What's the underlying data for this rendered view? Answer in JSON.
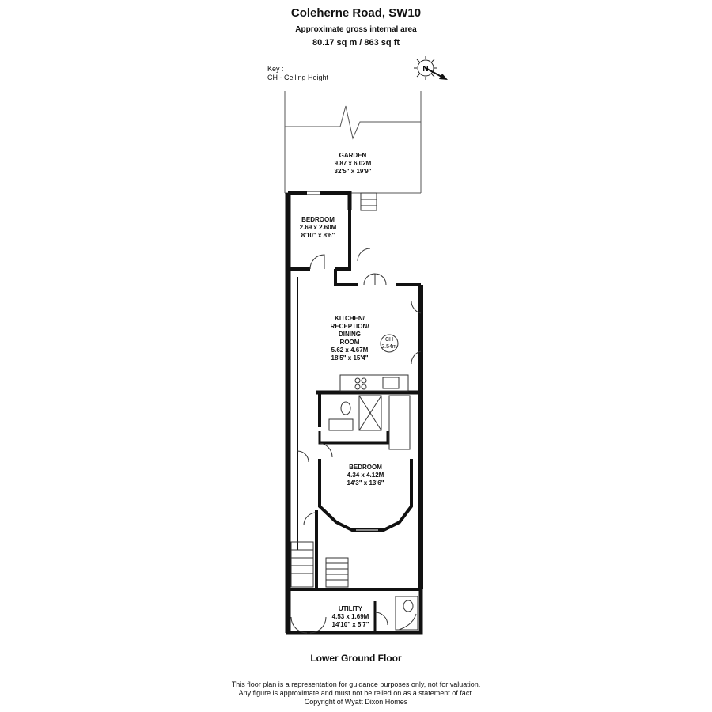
{
  "header": {
    "title": "Coleherne Road, SW10",
    "area_label": "Approximate gross internal area",
    "area_value": "80.17 sq m /  863 sq ft"
  },
  "key": {
    "title": "Key :",
    "entry": "CH - Ceiling Height"
  },
  "compass": {
    "letter": "N"
  },
  "rooms": {
    "garden": {
      "name": "GARDEN",
      "metric": "9.87 x 6.02M",
      "imperial": "32'5\" x 19'9\""
    },
    "bedroom_top": {
      "name": "BEDROOM",
      "metric": "2.69 x 2.60M",
      "imperial": "8'10\" x 8'6\""
    },
    "kitchen": {
      "name1": "KITCHEN/",
      "name2": "RECEPTION/",
      "name3": "DINING",
      "name4": "ROOM",
      "metric": "5.62 x 4.67M",
      "imperial": "18'5\" x 15'4\""
    },
    "ceiling": {
      "label": "CH",
      "value": "2.54m"
    },
    "bedroom_main": {
      "name": "BEDROOM",
      "metric": "4.34 x 4.12M",
      "imperial": "14'3\" x 13'6\""
    },
    "utility": {
      "name": "UTILITY",
      "metric": "4.53 x 1.69M",
      "imperial": "14'10\" x 5'7\""
    }
  },
  "floor_label": "Lower Ground Floor",
  "disclaimer": {
    "line1": "This floor plan is a representation for guidance purposes only, not for valuation.",
    "line2": "Any figure is approximate and must not be relied on as a statement of fact.",
    "line3": "Copyright of Wyatt Dixon Homes"
  }
}
